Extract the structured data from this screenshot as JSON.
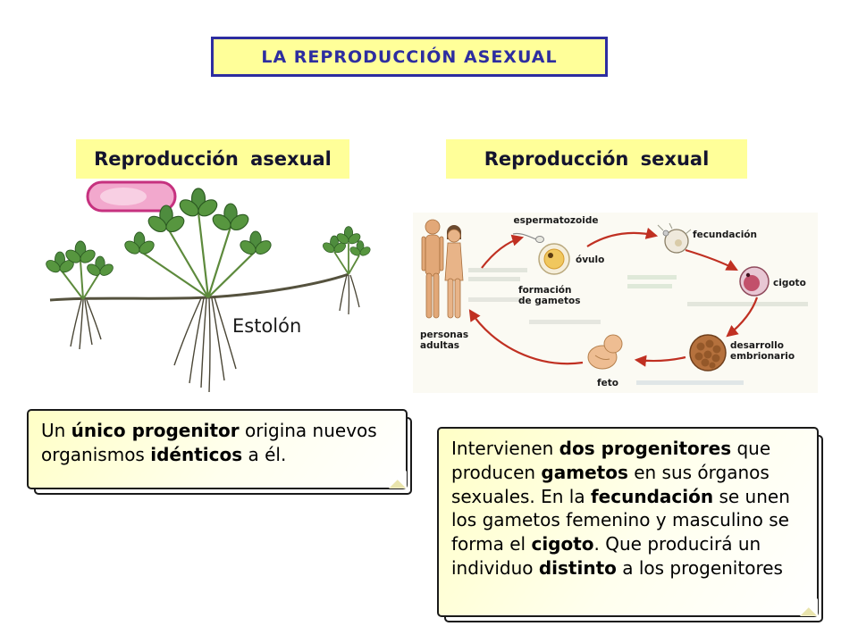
{
  "title": {
    "text": "LA REPRODUCCIÓN ASEXUAL"
  },
  "headers": {
    "left": "Reproducción asexual",
    "right": "Reproducción sexual"
  },
  "stolon_figure": {
    "caption": "Estolón"
  },
  "cycle_figure": {
    "labels": {
      "espermatozoide": "espermatozoide",
      "fecundacion": "fecundación",
      "ovulo": "óvulo",
      "formacion_line1": "formación",
      "formacion_line2": "de gametos",
      "personas_line1": "personas",
      "personas_line2": "adultas",
      "cigoto": "cigoto",
      "desarrollo_line1": "desarrollo",
      "desarrollo_line2": "embrionario",
      "feto": "feto"
    }
  },
  "note_left": {
    "segments": [
      {
        "text": "Un ",
        "bold": false
      },
      {
        "text": "único progenitor",
        "bold": true
      },
      {
        "text": " origina nuevos organismos ",
        "bold": false
      },
      {
        "text": "idénticos",
        "bold": true
      },
      {
        "text": " a él.",
        "bold": false
      }
    ]
  },
  "note_right": {
    "segments": [
      {
        "text": "Intervienen ",
        "bold": false
      },
      {
        "text": "dos progenitores",
        "bold": true
      },
      {
        "text": " que producen ",
        "bold": false
      },
      {
        "text": "gametos",
        "bold": true
      },
      {
        "text": " en sus órganos sexuales. En la ",
        "bold": false
      },
      {
        "text": "fecundación",
        "bold": true
      },
      {
        "text": " se unen los gametos femenino y masculino se forma el ",
        "bold": false
      },
      {
        "text": "cigoto",
        "bold": true
      },
      {
        "text": ". Que producirá un individuo ",
        "bold": false
      },
      {
        "text": "distinto",
        "bold": true
      },
      {
        "text": " a los progenitores",
        "bold": false
      }
    ]
  },
  "colors": {
    "box_yellow": "#ffff99",
    "title_navy": "#2d2da0",
    "arrow_red": "#c03022",
    "note_yellow": "#ffffc6",
    "caption_gray": "#909090"
  }
}
